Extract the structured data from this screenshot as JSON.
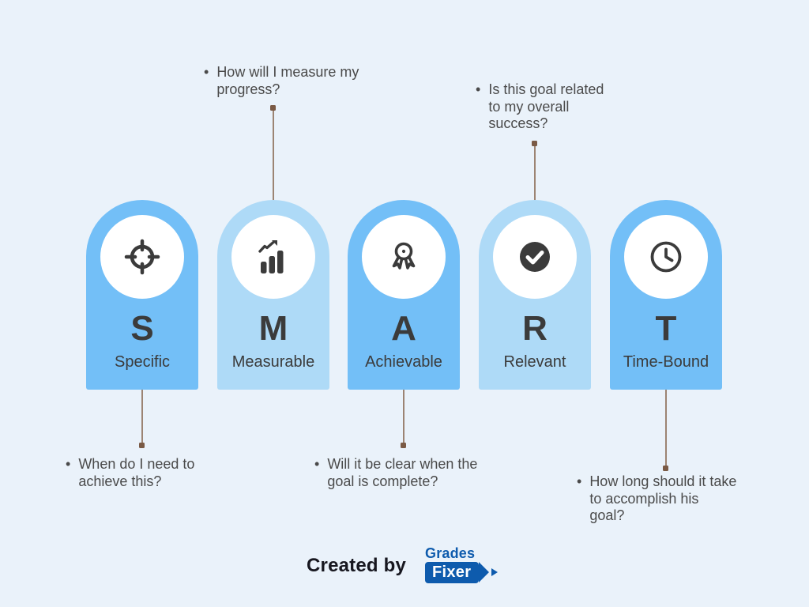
{
  "title": "SMART goals infographic",
  "colors": {
    "background": "#EAF2FA",
    "card_medium_blue": "#73BFF7",
    "card_light_blue": "#AEDAF7",
    "icon_dark": "#3b3b3b",
    "connector_line": "#9C8473",
    "connector_dot": "#7A5A45",
    "note_text": "#4a4a4a",
    "logo_blue": "#0E5BAD"
  },
  "bullet_char": "•",
  "cards": [
    {
      "letter": "S",
      "label": "Specific",
      "icon": "target-icon",
      "color": "#73BFF7"
    },
    {
      "letter": "M",
      "label": "Measurable",
      "icon": "bar-chart-icon",
      "color": "#AEDAF7"
    },
    {
      "letter": "A",
      "label": "Achievable",
      "icon": "award-icon",
      "color": "#73BFF7"
    },
    {
      "letter": "R",
      "label": "Relevant",
      "icon": "check-circle-icon",
      "color": "#AEDAF7"
    },
    {
      "letter": "T",
      "label": "Time-Bound",
      "icon": "clock-icon",
      "color": "#73BFF7"
    }
  ],
  "notes": {
    "measurable": "How will I measure my\nprogress?",
    "relevant": "Is this goal related\nto my overall\nsuccess?",
    "specific": "When do I need to\nachieve this?",
    "achievable": "Will it be clear when the\ngoal is complete?",
    "time_bound": "How long should it take\nto accomplish his\ngoal?"
  },
  "footer": {
    "created_by": "Created by",
    "logo_grades": "Grades",
    "logo_fixer": "Fixer"
  }
}
